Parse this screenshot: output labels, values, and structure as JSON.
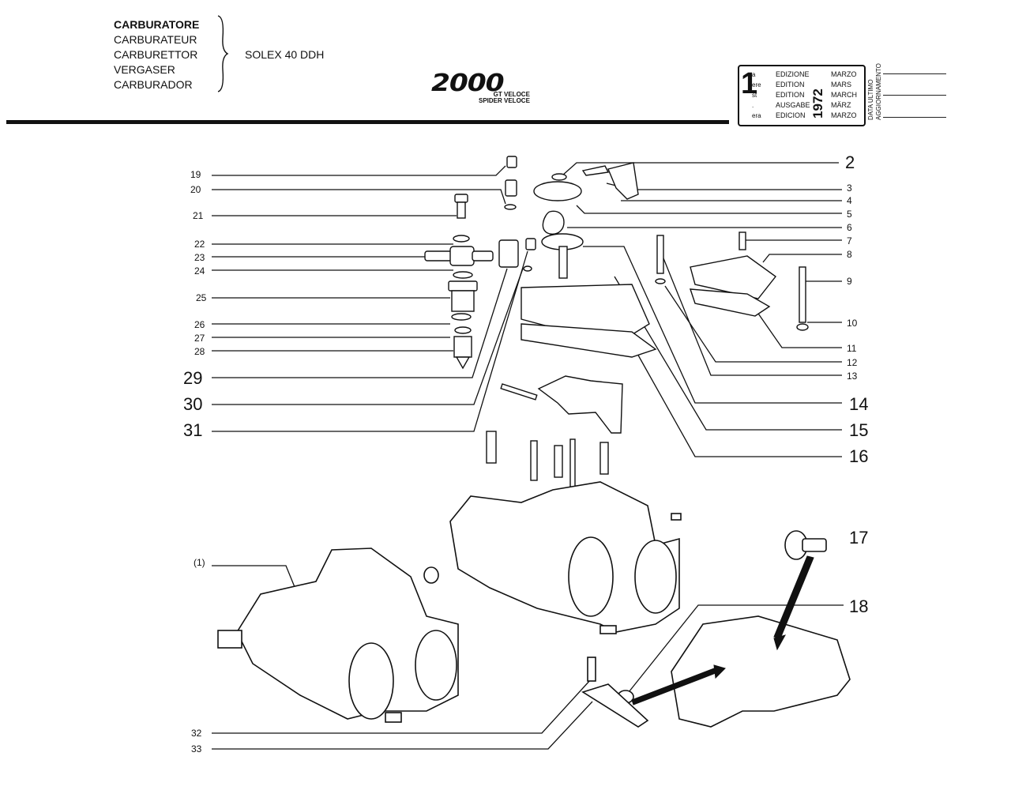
{
  "header": {
    "names": [
      "CARBURATORE",
      "CARBURATEUR",
      "CARBURETTOR",
      "VERGASER",
      "CARBURADOR"
    ],
    "model": "SOLEX 40 DDH",
    "logo": "2000",
    "logo_sub": [
      "GT VELOCE",
      "SPIDER VELOCE"
    ]
  },
  "edition_box": {
    "number": "1",
    "ordinals": [
      "a",
      "ere",
      "st",
      ".",
      "era"
    ],
    "words": [
      "EDIZIONE",
      "EDITION",
      "EDITION",
      "AUSGABE",
      "EDICION"
    ],
    "year": "1972",
    "months": [
      "MARZO",
      "MARS",
      "MARCH",
      "MÄRZ",
      "MARZO"
    ],
    "data_ultimo": [
      "DATA ULTIMO",
      "AGGIORNAMENTO"
    ]
  },
  "callouts": {
    "c1": "(1)",
    "c2": "2",
    "c3": "3",
    "c4": "4",
    "c5": "5",
    "c6": "6",
    "c7": "7",
    "c8": "8",
    "c9": "9",
    "c10": "10",
    "c11": "11",
    "c12": "12",
    "c13": "13",
    "c14": "14",
    "c15": "15",
    "c16": "16",
    "c17": "17",
    "c18": "18",
    "c19": "19",
    "c20": "20",
    "c21": "21",
    "c22": "22",
    "c23": "23",
    "c24": "24",
    "c25": "25",
    "c26": "26",
    "c27": "27",
    "c28": "28",
    "c29": "29",
    "c30": "30",
    "c31": "31",
    "c32": "32",
    "c33": "33"
  }
}
